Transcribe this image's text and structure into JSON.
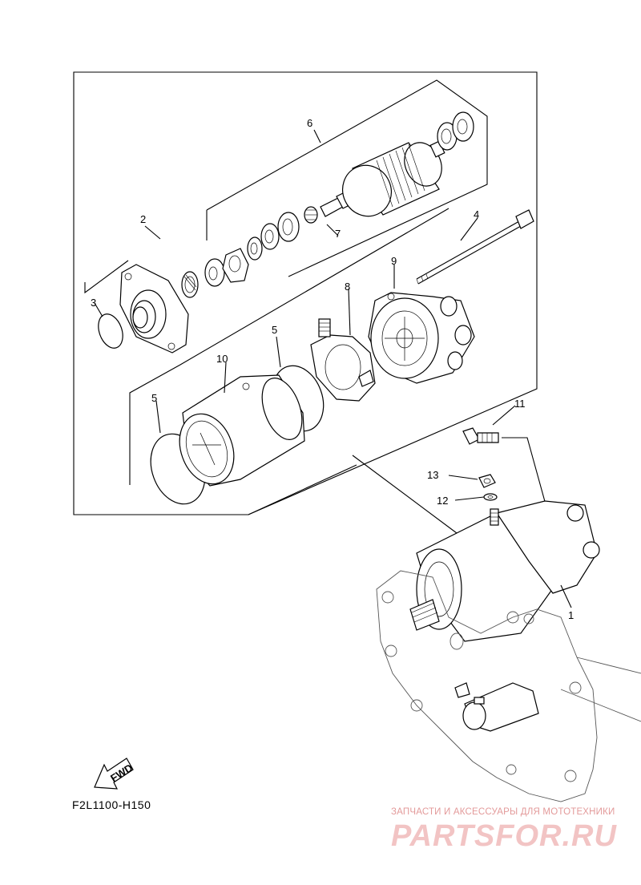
{
  "callouts": {
    "c1": "1",
    "c2": "2",
    "c3": "3",
    "c4": "4",
    "c5a": "5",
    "c5b": "5",
    "c6": "6",
    "c7": "7",
    "c8": "8",
    "c9": "9",
    "c10": "10",
    "c11": "11",
    "c12": "12",
    "c13": "13"
  },
  "fwd_label": "FWD",
  "diagram_code": "F2L1100-H150",
  "watermark": {
    "tagline": "ЗАПЧАСТИ И АКСЕССУАРЫ ДЛЯ МОТОТЕХНИКИ",
    "brand": "PARTSFOR.RU"
  },
  "colors": {
    "line": "#000000",
    "watermark_small": "#e39a9a",
    "watermark_big": "#f2c4c4"
  }
}
